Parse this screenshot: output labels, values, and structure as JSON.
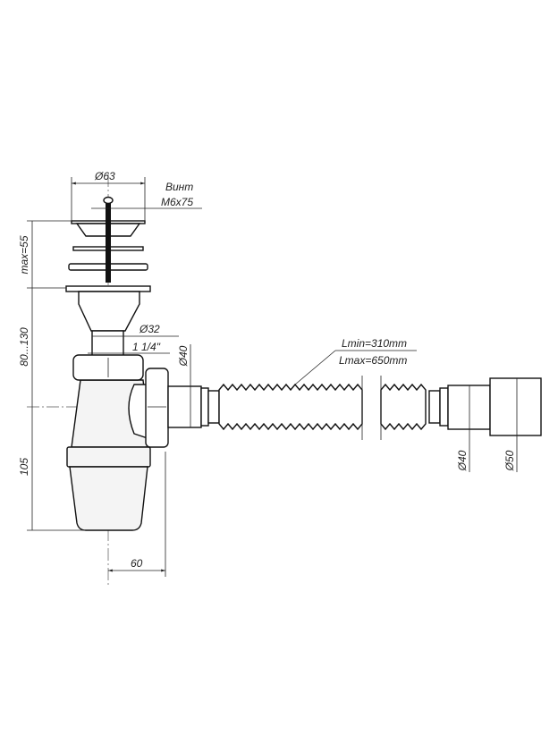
{
  "labels": {
    "dia_63": "Ø63",
    "screw_title": "Винт",
    "screw_size": "M6x75",
    "max_55": "max=55",
    "range_80_130": "80...130",
    "dim_105": "105",
    "dim_60": "60",
    "dia_32": "Ø32",
    "thread": "1 1/4\"",
    "dia_40_outlet": "Ø40",
    "lmin": "Lmin=310mm",
    "lmax": "Lmax=650mm",
    "dia_40_end": "Ø40",
    "dia_50_end": "Ø50"
  }
}
